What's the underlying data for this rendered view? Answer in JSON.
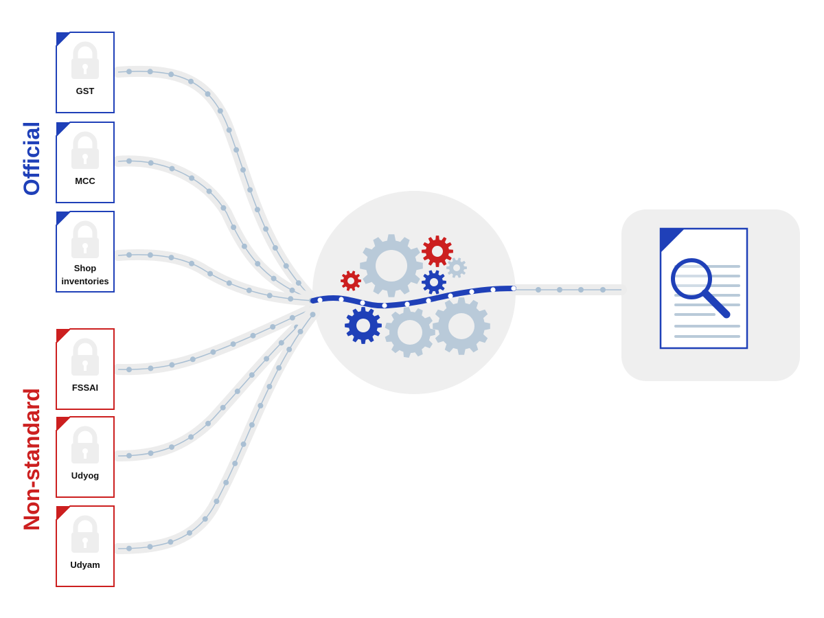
{
  "groups": [
    {
      "label": "Official",
      "color": "#1f40b8"
    },
    {
      "label": "Non-standard",
      "color": "#cc1f1f"
    }
  ],
  "sources": [
    {
      "lines": [
        "GST"
      ],
      "group": "Official",
      "icon": "lock-icon"
    },
    {
      "lines": [
        "MCC"
      ],
      "group": "Official",
      "icon": "lock-icon"
    },
    {
      "lines": [
        "Shop",
        "inventories"
      ],
      "group": "Official",
      "icon": "lock-icon"
    },
    {
      "lines": [
        "FSSAI"
      ],
      "group": "Non-standard",
      "icon": "lock-icon"
    },
    {
      "lines": [
        "Udyog"
      ],
      "group": "Non-standard",
      "icon": "lock-icon"
    },
    {
      "lines": [
        "Udyam"
      ],
      "group": "Non-standard",
      "icon": "lock-icon"
    }
  ],
  "processor": {
    "icon": "gears-icon"
  },
  "output": {
    "icon": "document-search-icon"
  },
  "colors": {
    "official": "#1f40b8",
    "non_standard": "#cc1f1f",
    "gear_light": "#b9cad9",
    "connector_dot": "#a9bfd3",
    "panel_bg": "#efefef"
  }
}
